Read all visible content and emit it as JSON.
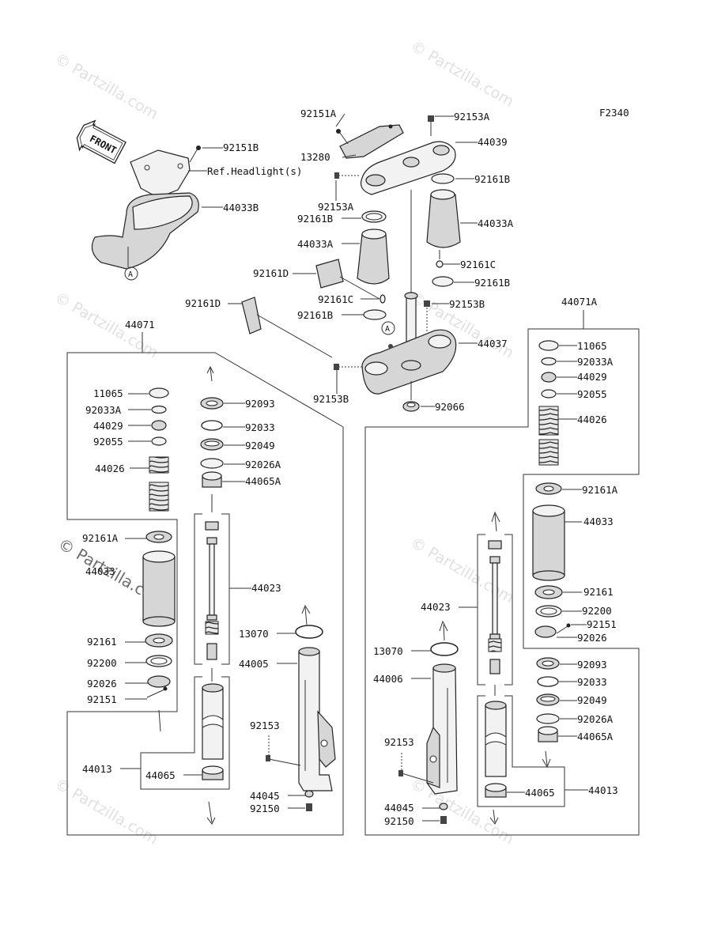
{
  "diagram_code": "F2340",
  "front_label": "FRONT",
  "circle_ref": "A",
  "watermark": "© Partzilla.com",
  "labels": {
    "p92151B_top": "92151B",
    "ref_headlight": "Ref.Headlight(s)",
    "p44033B": "44033B",
    "p92151A_top": "92151A",
    "p13280": "13280",
    "p92153A_l": "92153A",
    "p92161B_l1": "92161B",
    "p44033A_l": "44033A",
    "p92161D_a": "92161D",
    "p92161C_l": "92161C",
    "p92161D_b": "92161D",
    "p92161B_l2": "92161B",
    "p92153B_l": "92153B",
    "p92153A_r": "92153A",
    "p44039": "44039",
    "p92161B_r1": "92161B",
    "p44033A_r": "44033A",
    "p92161C_r": "92161C",
    "p92161B_r2": "92161B",
    "p92153B_r": "92153B",
    "p44037": "44037",
    "p92066": "92066",
    "L": {
      "p44071": "44071",
      "p11065": "11065",
      "p92033A": "92033A",
      "p44029": "44029",
      "p92055": "92055",
      "p44026": "44026",
      "p92161A": "92161A",
      "p44033": "44033",
      "p92161": "92161",
      "p92200": "92200",
      "p92026": "92026",
      "p92151": "92151",
      "p44013": "44013",
      "p44065": "44065",
      "p92093": "92093",
      "p92033": "92033",
      "p92049": "92049",
      "p92026A": "92026A",
      "p44065A": "44065A",
      "p44023": "44023",
      "p13070": "13070",
      "p44005": "44005",
      "p92153": "92153",
      "p44045": "44045",
      "p92150": "92150"
    },
    "R": {
      "p44071A": "44071A",
      "p11065": "11065",
      "p92033A": "92033A",
      "p44029": "44029",
      "p92055": "92055",
      "p44026": "44026",
      "p92161A": "92161A",
      "p44033": "44033",
      "p92161": "92161",
      "p92200": "92200",
      "p92151": "92151",
      "p92026": "92026",
      "p92093": "92093",
      "p92033": "92033",
      "p92049": "92049",
      "p92026A": "92026A",
      "p44065A": "44065A",
      "p44023": "44023",
      "p13070": "13070",
      "p44006": "44006",
      "p92153": "92153",
      "p44045": "44045",
      "p92150": "92150",
      "p44065": "44065",
      "p44013": "44013"
    }
  }
}
